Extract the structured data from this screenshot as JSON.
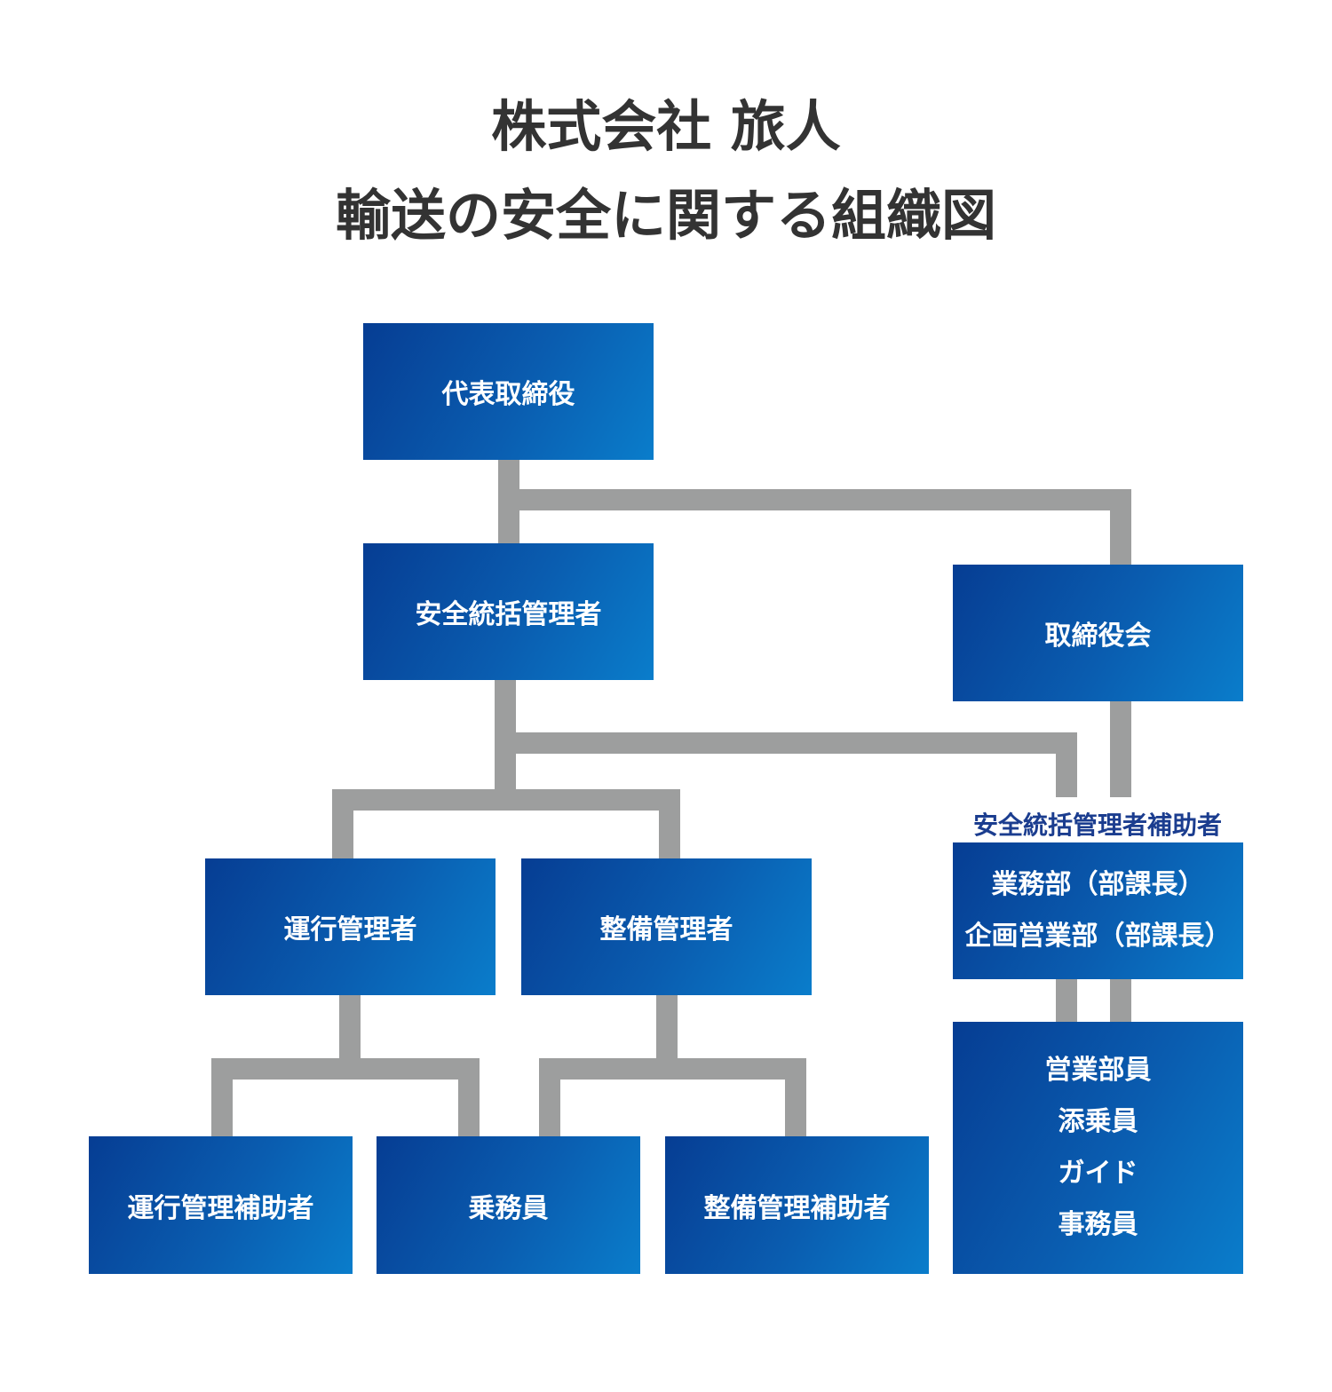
{
  "title": {
    "line1": "株式会社 旅人",
    "line2": "輸送の安全に関する組織図"
  },
  "nodes": {
    "representative": "代表取締役",
    "safety_manager": "安全統括管理者",
    "board": "取締役会",
    "assistant_label": "安全統括管理者補助者",
    "assistant_lines": [
      "業務部（部課長）",
      "企画営業部（部課長）"
    ],
    "operations_manager": "運行管理者",
    "maintenance_manager": "整備管理者",
    "operations_assistant": "運行管理補助者",
    "crew": "乗務員",
    "maintenance_assistant": "整備管理補助者",
    "staff_lines": [
      "営業部員",
      "添乗員",
      "ガイド",
      "事務員"
    ]
  },
  "colors": {
    "box_dark": "#063d93",
    "box_light": "#0a7dcb",
    "connector": "#9d9e9e",
    "title_text": "#333333",
    "assistant_label_text": "#1b3d8f"
  }
}
